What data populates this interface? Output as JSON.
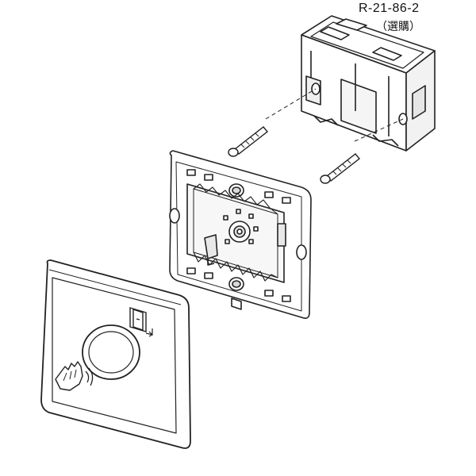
{
  "labels": {
    "part_code": "R-21-86-2",
    "part_note": "（選購）"
  },
  "parts": {
    "back_box": "wall-mount-back-box",
    "screws": "mounting-screws",
    "frame": "mounting-frame-with-switch",
    "cover": "touchless-exit-button-cover"
  },
  "icons": {
    "door": "door-exit-icon",
    "hand": "hand-wave-icon"
  },
  "colors": {
    "line": "#222222",
    "fill": "#ffffff",
    "shade": "#d9d9d9"
  }
}
